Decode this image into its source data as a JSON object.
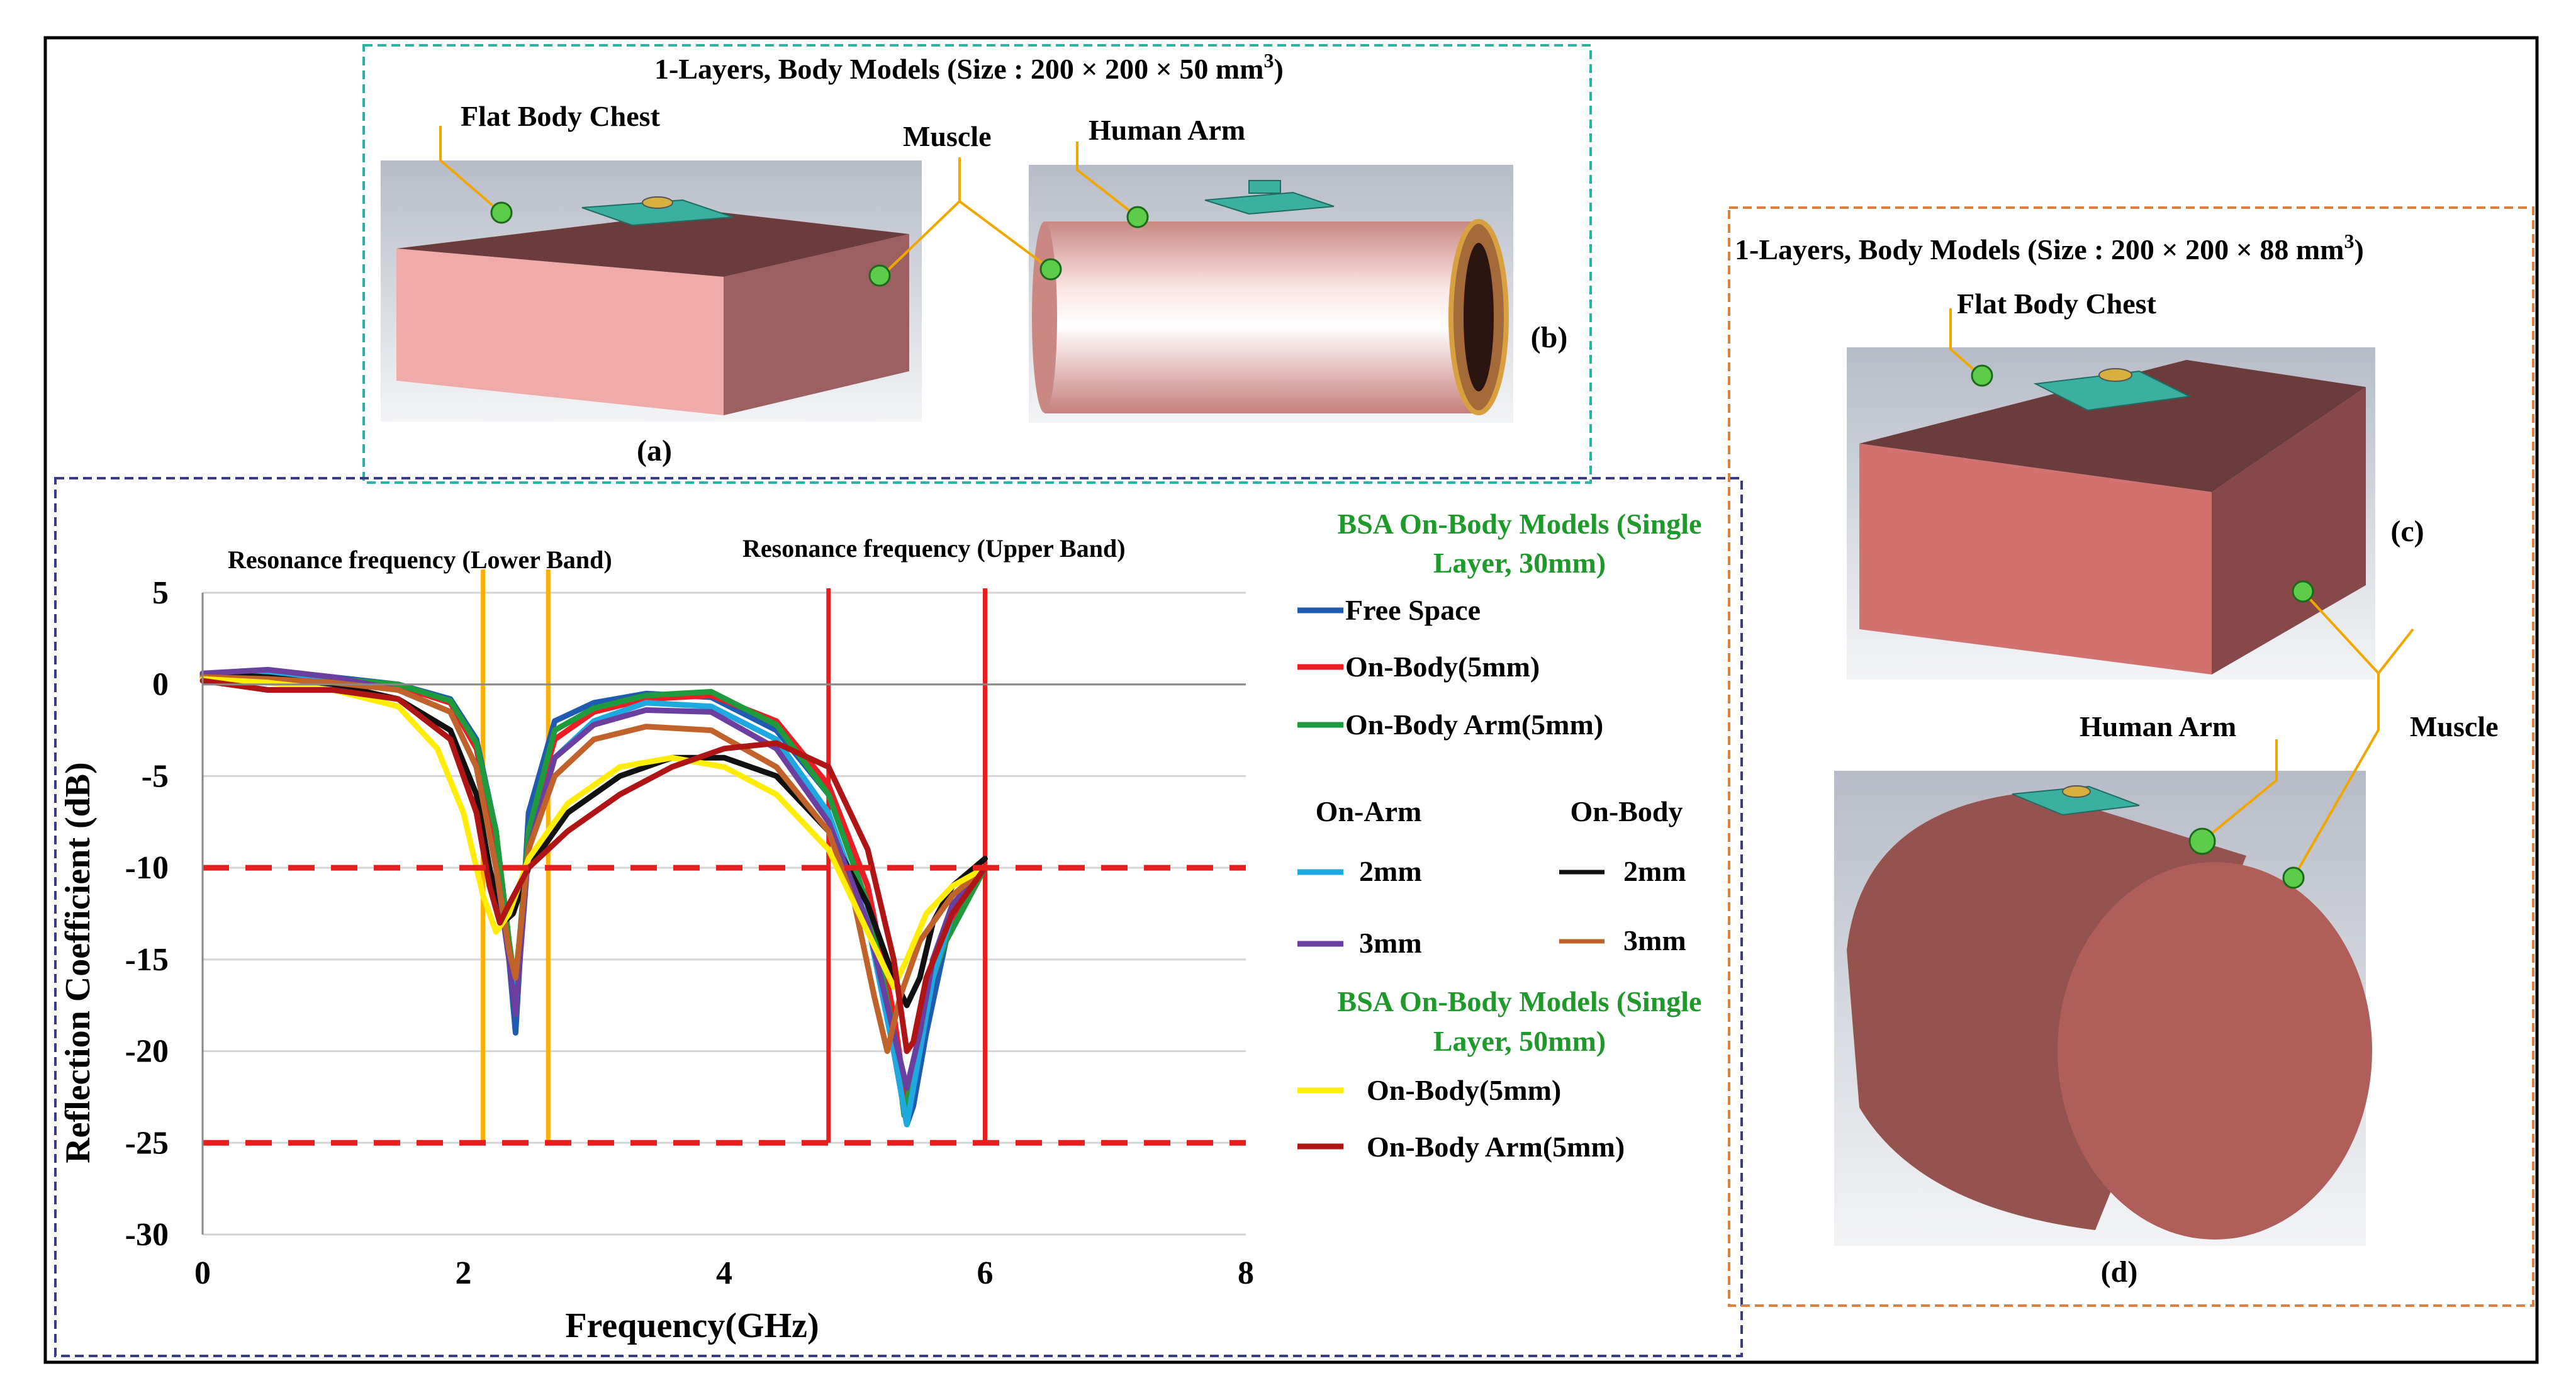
{
  "panels": {
    "top_title": "1-Layers, Body Models (Size : 200 × 200 × 50 mm",
    "top_title_sup": "3",
    "top_title_close": ")",
    "right_title": "1-Layers, Body Models (Size : 200 × 200 × 88 mm",
    "right_title_sup": "3",
    "right_title_close": ")",
    "label_a": "(a)",
    "label_b": "(b)",
    "label_c": "(c)",
    "label_d": "(d)",
    "flat_body_chest": "Flat Body Chest",
    "muscle": "Muscle",
    "human_arm": "Human Arm",
    "flat_body_chest_right": "Flat Body Chest",
    "human_arm_right": "Human Arm",
    "muscle_right": "Muscle"
  },
  "legend": {
    "group1_title_line1": "BSA On-Body Models (Single",
    "group1_title_line2": "Layer, 30mm)",
    "free_space": "Free Space",
    "on_body_5": "On-Body(5mm)",
    "on_body_arm_5": "On-Body Arm(5mm)",
    "on_arm_header": "On-Arm",
    "on_body_header": "On-Body",
    "arm_2mm": "2mm",
    "body_2mm": "2mm",
    "arm_3mm": "3mm",
    "body_3mm": "3mm",
    "group2_title_line1": "BSA On-Body Models (Single",
    "group2_title_line2": "Layer, 50mm)",
    "on_body_5_50": "On-Body(5mm)",
    "on_body_arm_5_50": "On-Body Arm(5mm)"
  },
  "colors": {
    "free_space": "#1f5bb0",
    "on_body_5": "#ee1c25",
    "on_body_arm_5": "#1f9a3c",
    "arm_2mm": "#20a8e0",
    "body_2mm": "#111111",
    "arm_3mm": "#6a3fa0",
    "body_3mm": "#c0622a",
    "on_body_5_50": "#ffee00",
    "on_body_arm_5_50": "#b01515",
    "lower_band": "#ffb000",
    "upper_band": "#e61e1e",
    "threshold": "#e61e1e",
    "frame_top": "#2ab4a8",
    "frame_chart": "#3a3a8a",
    "frame_right": "#e08040",
    "tissue_light": "#f0aaa8",
    "tissue_dark": "#9c6060",
    "antenna": "#3bb0a0",
    "marker": "#5dcc4a",
    "leader": "#f0a800"
  },
  "chart_data": {
    "type": "line",
    "annotation_lower": "Resonance frequency (Lower Band)",
    "annotation_upper": "Resonance frequency (Upper Band)",
    "xlabel": "Frequency(GHz)",
    "ylabel": "Reflection Coefficient (dB)",
    "xlim": [
      0,
      8
    ],
    "ylim": [
      -30,
      5
    ],
    "xticks": [
      "0",
      "2",
      "4",
      "6",
      "8"
    ],
    "yticks": [
      "5",
      "0",
      "-5",
      "-10",
      "-15",
      "-20",
      "-25",
      "-30"
    ],
    "grid": "horizontal",
    "thresholds": [
      -10,
      -25
    ],
    "lower_band": [
      2.15,
      2.65
    ],
    "upper_band": [
      4.8,
      6.0
    ],
    "series": [
      {
        "name": "Free Space",
        "color_key": "free_space",
        "x": [
          0,
          0.5,
          1,
          1.5,
          1.9,
          2.1,
          2.25,
          2.35,
          2.4,
          2.5,
          2.7,
          3,
          3.4,
          3.9,
          4.4,
          4.8,
          5.1,
          5.3,
          5.4,
          5.45,
          5.55,
          5.7,
          6
        ],
        "y": [
          0.5,
          0.6,
          0.4,
          0,
          -0.8,
          -3,
          -8,
          -15,
          -19,
          -7,
          -2,
          -1,
          -0.5,
          -0.7,
          -2.5,
          -6,
          -12,
          -20,
          -24,
          -23,
          -19,
          -14,
          -10
        ]
      },
      {
        "name": "On-Body(5mm)",
        "color_key": "on_body_5",
        "x": [
          0,
          0.5,
          1,
          1.5,
          1.9,
          2.1,
          2.25,
          2.35,
          2.4,
          2.5,
          2.7,
          3,
          3.4,
          3.9,
          4.4,
          4.8,
          5.1,
          5.3,
          5.4,
          5.5,
          5.6,
          5.75,
          6
        ],
        "y": [
          0.4,
          0.5,
          0.3,
          -0.1,
          -1,
          -3.5,
          -8.5,
          -15,
          -17,
          -8,
          -3,
          -1.5,
          -0.8,
          -0.6,
          -2,
          -5.5,
          -11,
          -18,
          -23,
          -20,
          -16,
          -13,
          -10
        ]
      },
      {
        "name": "On-Body Arm(5mm)",
        "color_key": "on_body_arm_5",
        "x": [
          0,
          0.5,
          1,
          1.5,
          1.9,
          2.1,
          2.25,
          2.35,
          2.4,
          2.5,
          2.7,
          3,
          3.4,
          3.9,
          4.4,
          4.8,
          5.1,
          5.3,
          5.38,
          5.45,
          5.55,
          5.7,
          6
        ],
        "y": [
          0.5,
          0.5,
          0.3,
          0,
          -0.9,
          -3.2,
          -8,
          -14,
          -16.5,
          -8,
          -2.5,
          -1.3,
          -0.6,
          -0.4,
          -2.2,
          -6,
          -12,
          -19,
          -23.5,
          -21,
          -17,
          -14,
          -10
        ]
      },
      {
        "name": "On-Arm 2mm",
        "color_key": "arm_2mm",
        "x": [
          0,
          0.5,
          1,
          1.5,
          1.9,
          2.1,
          2.25,
          2.35,
          2.4,
          2.5,
          2.7,
          3,
          3.4,
          3.9,
          4.4,
          4.8,
          5.1,
          5.3,
          5.4,
          5.5,
          5.6,
          5.75,
          6
        ],
        "y": [
          0.5,
          0.5,
          0.2,
          -0.3,
          -1.5,
          -4.5,
          -10,
          -15,
          -17,
          -9,
          -4,
          -2,
          -1,
          -1.2,
          -3,
          -7,
          -13,
          -20,
          -24,
          -20,
          -16,
          -12.5,
          -10
        ]
      },
      {
        "name": "On-Body 2mm",
        "color_key": "body_2mm",
        "x": [
          0,
          0.5,
          1,
          1.5,
          1.9,
          2.1,
          2.2,
          2.3,
          2.38,
          2.5,
          2.8,
          3.2,
          3.6,
          4,
          4.4,
          4.8,
          5.1,
          5.3,
          5.4,
          5.5,
          5.6,
          5.75,
          6
        ],
        "y": [
          0.6,
          0.4,
          0,
          -0.8,
          -2.5,
          -6,
          -10,
          -13,
          -12.5,
          -10,
          -7,
          -5,
          -4,
          -4,
          -5,
          -8,
          -12,
          -16,
          -17.5,
          -16,
          -13,
          -11,
          -9.5
        ]
      },
      {
        "name": "On-Arm 3mm",
        "color_key": "arm_3mm",
        "x": [
          0,
          0.5,
          1,
          1.5,
          1.9,
          2.1,
          2.25,
          2.35,
          2.4,
          2.5,
          2.7,
          3,
          3.4,
          3.9,
          4.4,
          4.8,
          5.1,
          5.3,
          5.4,
          5.5,
          5.6,
          5.75,
          6
        ],
        "y": [
          0.6,
          0.8,
          0.4,
          -0.3,
          -1.5,
          -4.5,
          -10,
          -15,
          -18,
          -9,
          -4,
          -2.2,
          -1.4,
          -1.5,
          -3.5,
          -7.5,
          -13,
          -19,
          -22,
          -19,
          -15,
          -12,
          -10
        ]
      },
      {
        "name": "On-Body 3mm",
        "color_key": "body_3mm",
        "x": [
          0,
          0.5,
          1,
          1.5,
          1.9,
          2.1,
          2.25,
          2.35,
          2.4,
          2.5,
          2.7,
          3,
          3.4,
          3.9,
          4.4,
          4.8,
          5.0,
          5.15,
          5.25,
          5.35,
          5.5,
          5.75,
          6
        ],
        "y": [
          0.4,
          0.3,
          0.1,
          -0.3,
          -1.5,
          -4.5,
          -10,
          -14.5,
          -16,
          -9,
          -5,
          -3,
          -2.3,
          -2.5,
          -4.5,
          -8,
          -12,
          -17,
          -20,
          -17,
          -14,
          -11.5,
          -10
        ]
      },
      {
        "name": "On-Body(5mm) 50mm",
        "color_key": "on_body_5_50",
        "x": [
          0,
          0.5,
          1,
          1.5,
          1.8,
          2.0,
          2.15,
          2.25,
          2.35,
          2.5,
          2.8,
          3.2,
          3.6,
          4,
          4.4,
          4.8,
          5.0,
          5.2,
          5.3,
          5.4,
          5.55,
          5.75,
          6
        ],
        "y": [
          0.3,
          0.1,
          -0.3,
          -1.2,
          -3.5,
          -7,
          -11.5,
          -13.5,
          -12.5,
          -9.5,
          -6.5,
          -4.5,
          -4,
          -4.5,
          -6,
          -9,
          -12,
          -15,
          -16.5,
          -15,
          -12.5,
          -11,
          -10
        ]
      },
      {
        "name": "On-Body Arm(5mm) 50mm",
        "color_key": "on_body_arm_5_50",
        "x": [
          0,
          0.5,
          1,
          1.5,
          1.9,
          2.1,
          2.2,
          2.28,
          2.35,
          2.5,
          2.8,
          3.2,
          3.6,
          4,
          4.4,
          4.8,
          5.1,
          5.3,
          5.4,
          5.45,
          5.55,
          5.75,
          6
        ],
        "y": [
          0.2,
          -0.3,
          -0.3,
          -0.8,
          -3,
          -7,
          -11,
          -13,
          -12,
          -10,
          -8,
          -6,
          -4.5,
          -3.5,
          -3.2,
          -4.5,
          -9,
          -15,
          -20,
          -19.5,
          -16,
          -12.5,
          -10
        ]
      }
    ]
  }
}
